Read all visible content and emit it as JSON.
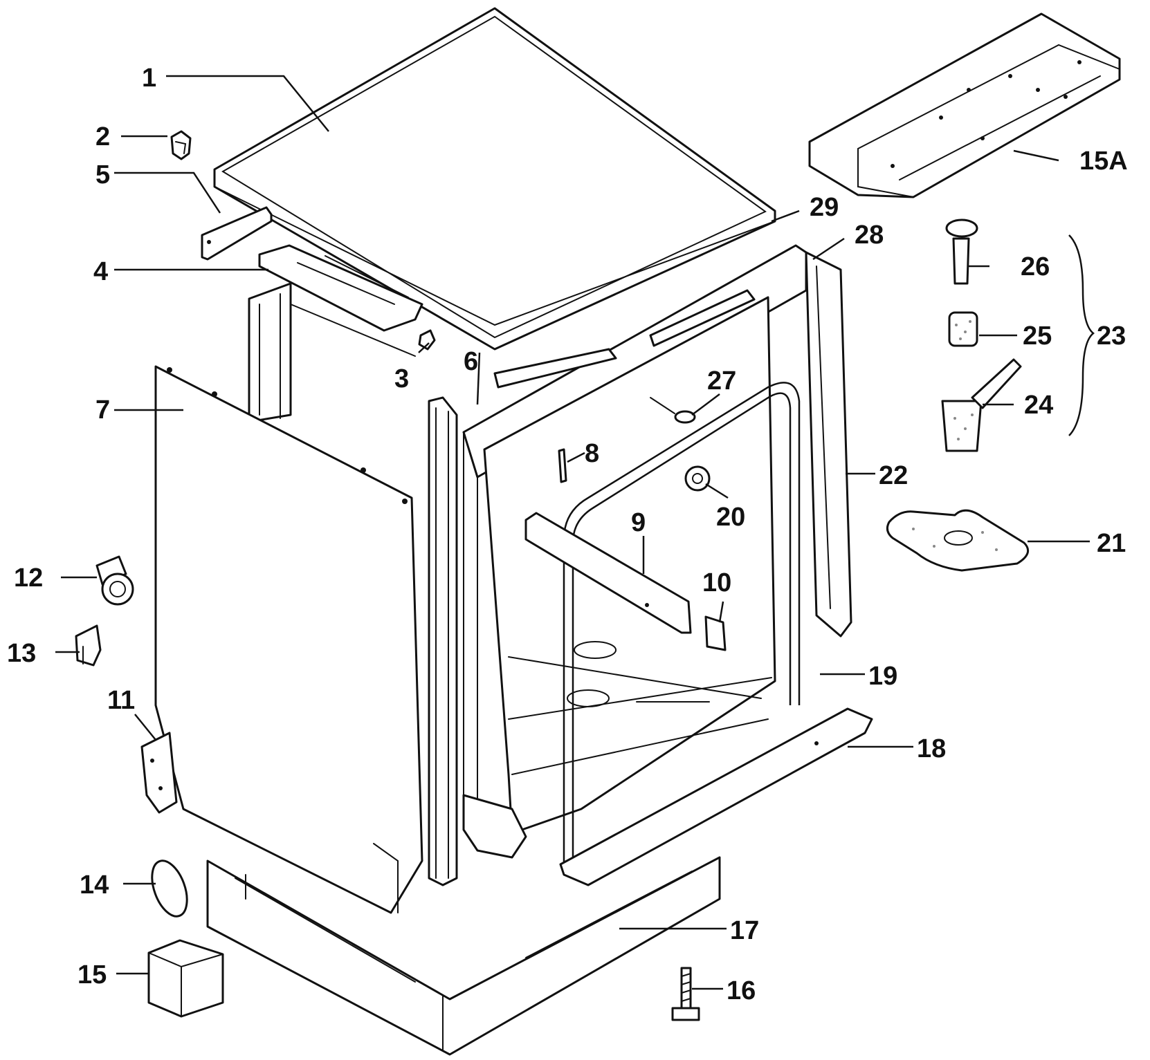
{
  "diagram": {
    "labels": {
      "p1": "1",
      "p2": "2",
      "p3": "3",
      "p4": "4",
      "p5": "5",
      "p6": "6",
      "p7": "7",
      "p8": "8",
      "p9": "9",
      "p10": "10",
      "p11": "11",
      "p12": "12",
      "p13": "13",
      "p14": "14",
      "p15": "15",
      "p15a": "15A",
      "p16": "16",
      "p17": "17",
      "p18": "18",
      "p19": "19",
      "p20": "20",
      "p21": "21",
      "p22": "22",
      "p23": "23",
      "p24": "24",
      "p25": "25",
      "p26": "26",
      "p27": "27",
      "p28": "28",
      "p29": "29"
    }
  }
}
